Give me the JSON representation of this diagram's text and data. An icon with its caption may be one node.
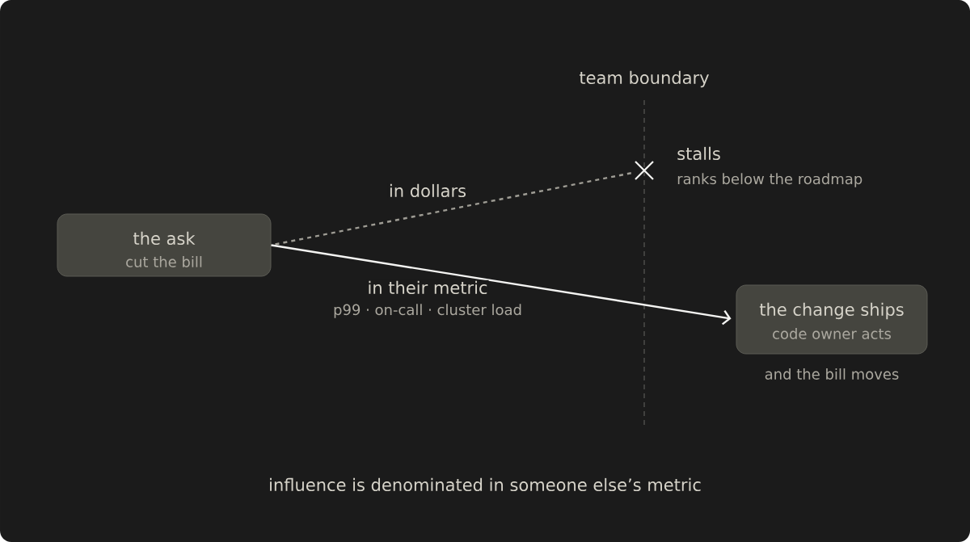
{
  "diagram": {
    "caption": "influence is denominated in someone else’s metric",
    "nodes": [
      {
        "text": [
          "the ask",
          "cut the bill"
        ]
      },
      {
        "text": [],
        "shape": "cross",
        "beside": [
          "stalls",
          "ranks below the roadmap"
        ]
      },
      {
        "text": [
          "the change ships",
          "code owner acts"
        ],
        "beside": [
          "and the bill moves"
        ]
      }
    ],
    "edges": [
      {
        "from": 0,
        "to": 1,
        "arrow": "none",
        "label": "in dollars",
        "style": "dashed",
        "color": "#9e9c94"
      },
      {
        "from": 0,
        "to": 2,
        "arrow": "to",
        "label": "in their metric",
        "color": "#f4f4f2"
      }
    ],
    "labels": [
      "team boundary",
      "p99 · on-call · cluster load"
    ]
  }
}
